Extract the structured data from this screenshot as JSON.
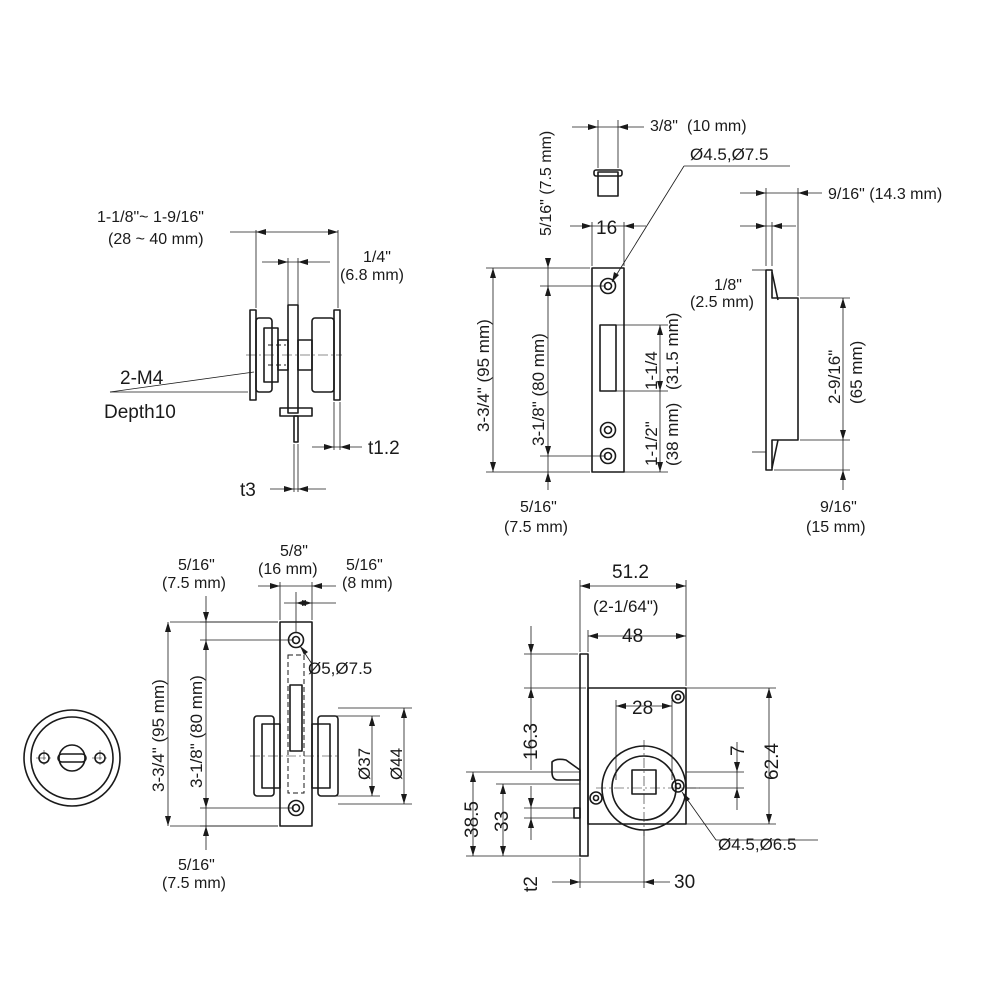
{
  "side_view": {
    "handle_range_l1": "1-1/8\"~ 1-9/16\"",
    "handle_range_l2": "(28 ~ 40 mm)",
    "offset_l1": "1/4\"",
    "offset_l2": "(6.8 mm)",
    "thread": "2-M4",
    "depth": "Depth10",
    "t_plate": "t1.2",
    "t_spindle": "t3"
  },
  "strike_front": {
    "top_w_l": "3/8\"",
    "top_w_r": "(10 mm)",
    "top_h": "5/16\" (7.5 mm)",
    "plate_w": "16",
    "holes": "Ø4.5,Ø7.5",
    "height_total": "3-3/4\" (95 mm)",
    "height_holes": "3-1/8\" (80 mm)",
    "slot_l1": "1-1/4",
    "slot_l2": "(31.5 mm)",
    "slot2_l1": "1-1/2\"",
    "slot2_l2": "(38 mm)",
    "bottom_l1": "5/16\"",
    "bottom_l2": "(7.5 mm)"
  },
  "strike_side": {
    "depth_label": "9/16\" (14.3  mm)",
    "flange_l1": "1/8\"",
    "flange_l2": "(2.5 mm)",
    "box_l1": "2-9/16\"",
    "box_l2": "(65 mm)",
    "bottom_l1": "9/16\"",
    "bottom_l2": "(15 mm)"
  },
  "front_plate": {
    "left_l1": "5/16\"",
    "left_l2": "(7.5 mm)",
    "mid_l1": "5/8\"",
    "mid_l2": "(16 mm)",
    "right_l1": "5/16\"",
    "right_l2": "(8 mm)",
    "height_total": "3-3/4\" (95 mm)",
    "height_holes": "3-1/8\" (80 mm)",
    "holes": "Ø5,Ø7.5",
    "d_inner": "Ø37",
    "d_outer": "Ø44",
    "bottom_l1": "5/16\"",
    "bottom_l2": "(7.5 mm)"
  },
  "lock_body": {
    "width_l1": "51.2",
    "width_l2": "(2-1/64\")",
    "width_inner": "48",
    "hole_spacing": "28",
    "dim_16_3": "16.3",
    "dim_7": "7",
    "height": "62.4",
    "dim_38_5": "38.5",
    "dim_33": "33",
    "holes": "Ø4.5,Ø6.5",
    "thickness": "t2",
    "depth": "30"
  }
}
